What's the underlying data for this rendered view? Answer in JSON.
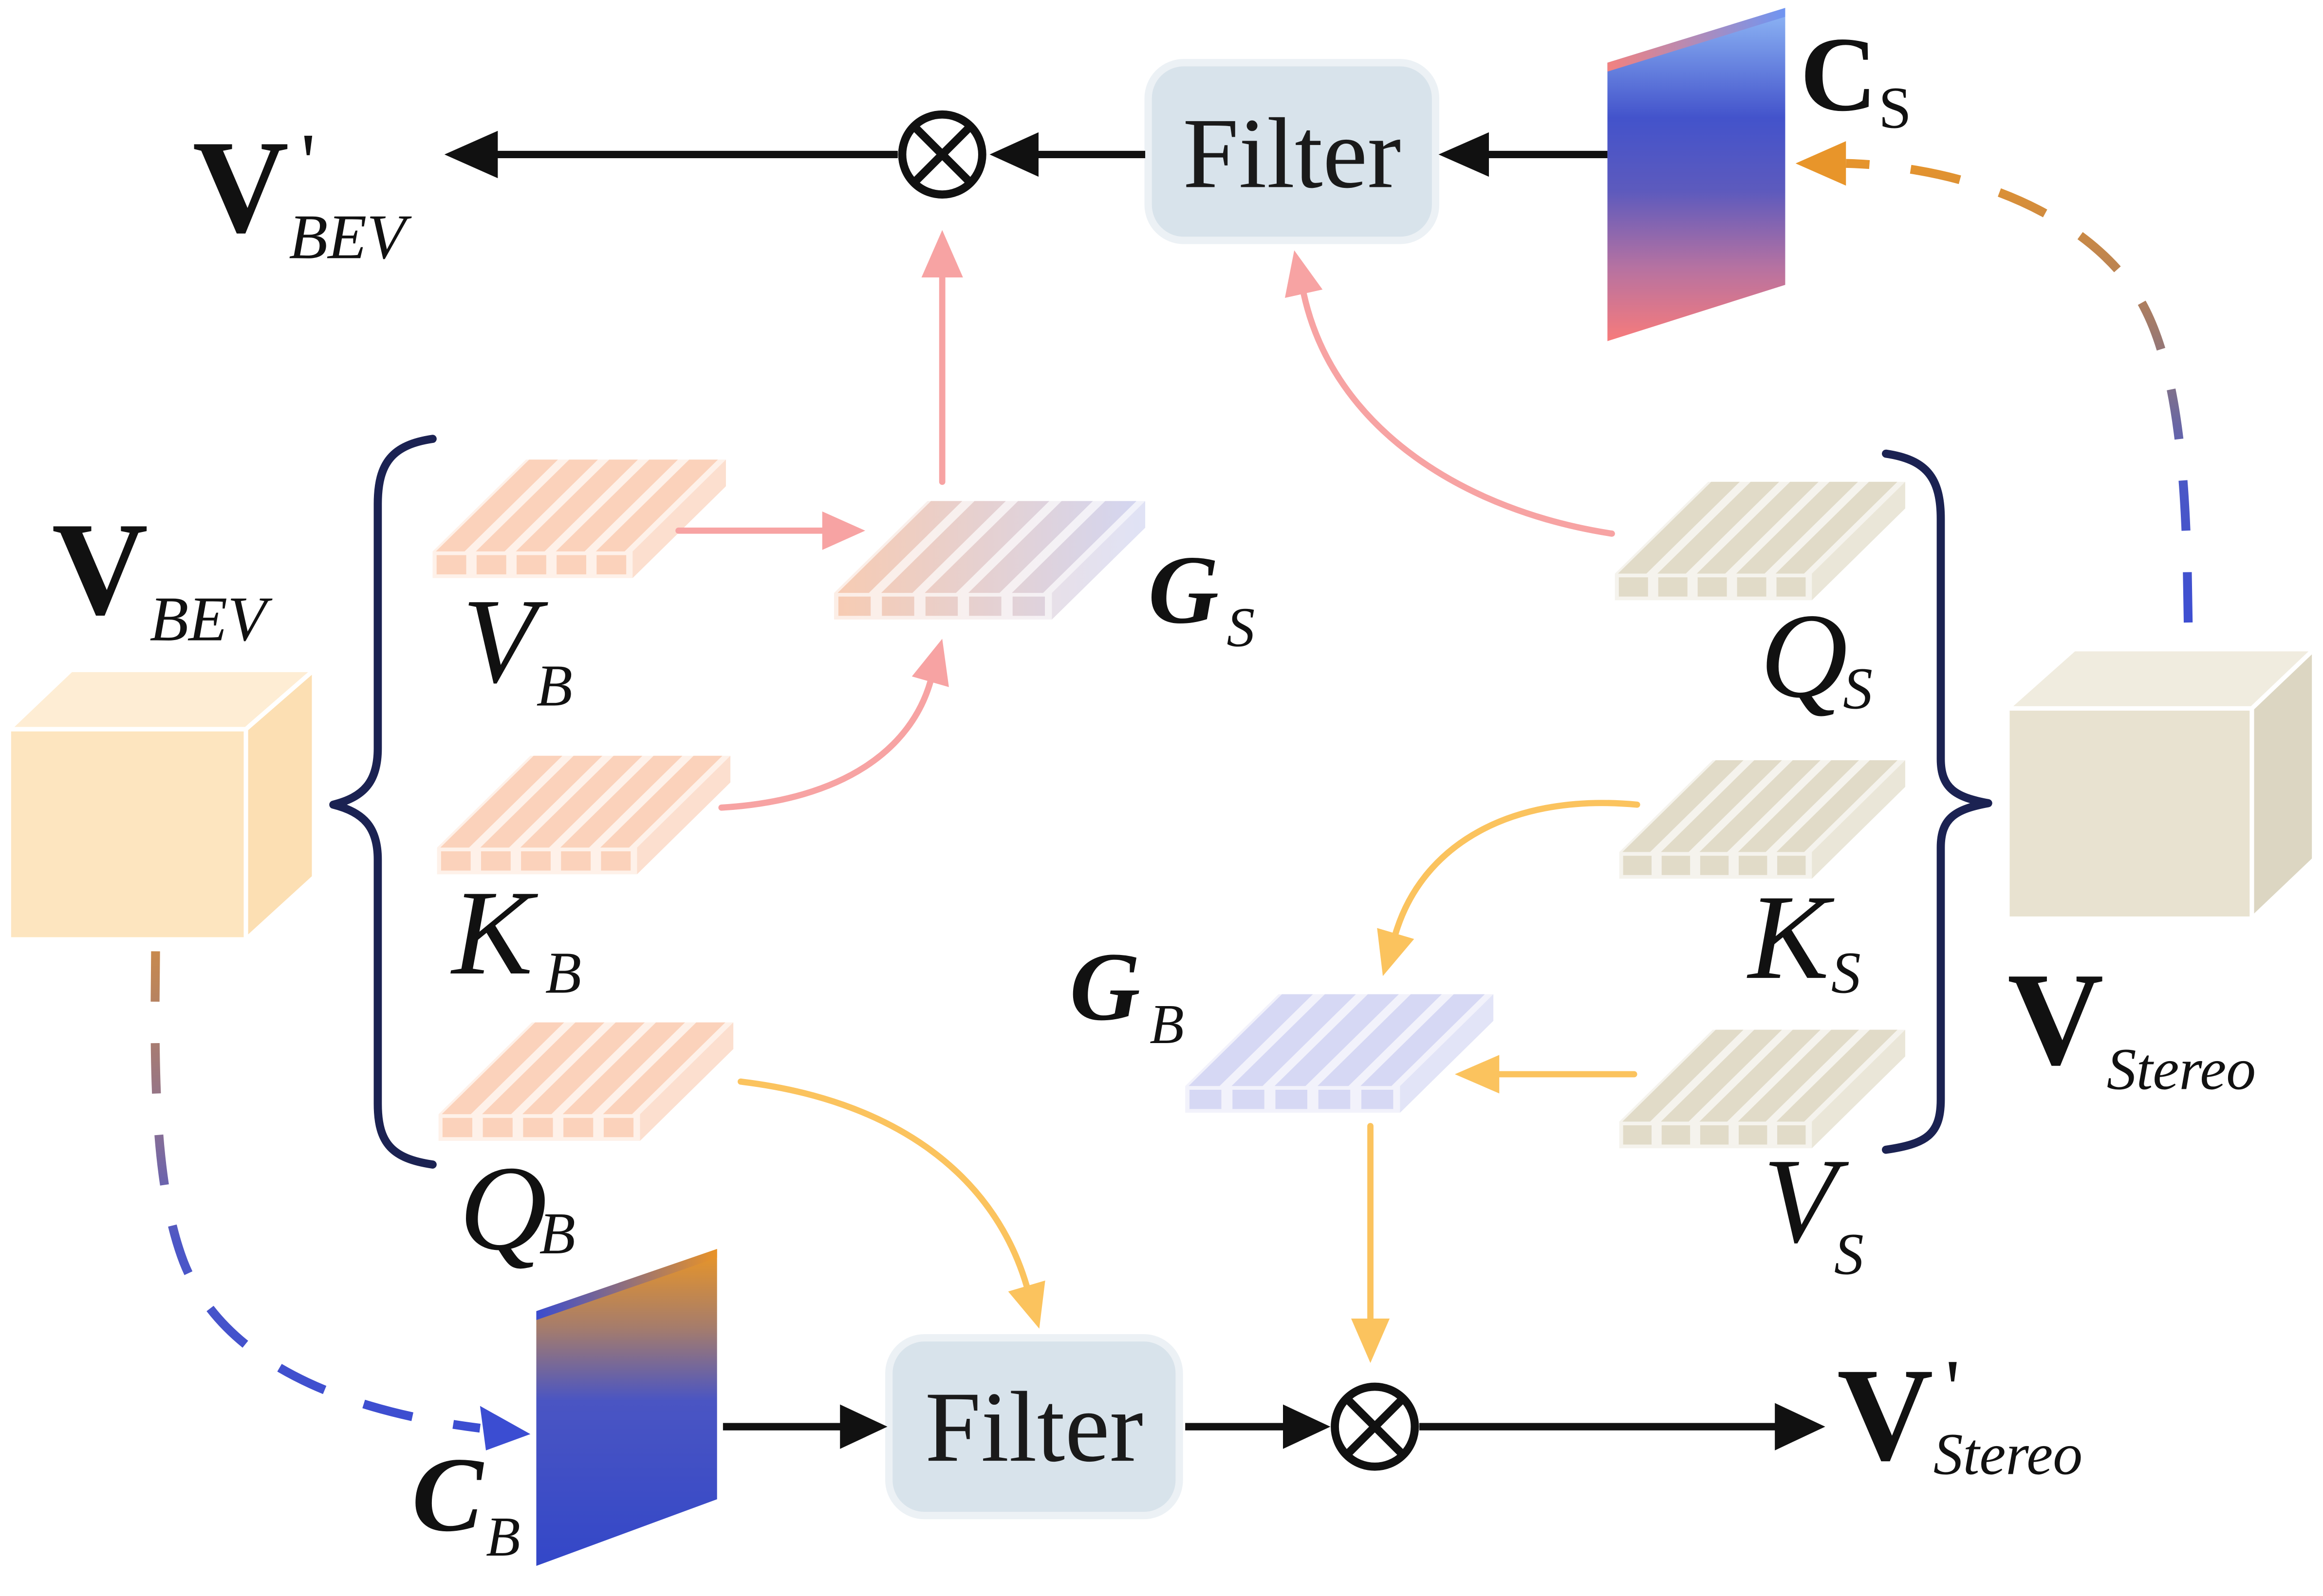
{
  "labels": {
    "v_bev_out": {
      "main": "V",
      "prime": "'",
      "sub": "BEV"
    },
    "v_bev_in": {
      "main": "V",
      "sub": "BEV"
    },
    "c_s": {
      "main": "C",
      "sub": "S"
    },
    "v_b": {
      "main": "V",
      "sub": "B"
    },
    "k_b": {
      "main": "K",
      "sub": "B"
    },
    "q_b": {
      "main": "Q",
      "sub": "B"
    },
    "g_s": {
      "main": "G",
      "sub": "S"
    },
    "q_s": {
      "main": "Q",
      "sub": "S"
    },
    "k_s": {
      "main": "K",
      "sub": "S"
    },
    "v_s": {
      "main": "V",
      "sub": "S"
    },
    "g_b": {
      "main": "G",
      "sub": "B"
    },
    "v_stereo_in": {
      "main": "V",
      "sub": "Stereo"
    },
    "v_stereo_out": {
      "main": "V",
      "prime": "'",
      "sub": "Stereo"
    },
    "c_b": {
      "main": "C",
      "sub": "B"
    }
  },
  "filters": {
    "top": "Filter",
    "bottom": "Filter"
  },
  "icons": {
    "operator": "multiply-circle-icon"
  },
  "colors": {
    "bev_token": "#fbd2bb",
    "stereo_token": "#e1dbc8",
    "gate_b_token": "#d6d8f4",
    "top_branch_arrow": "#f7a3a3",
    "bottom_branch_arrow": "#fbc35e"
  }
}
